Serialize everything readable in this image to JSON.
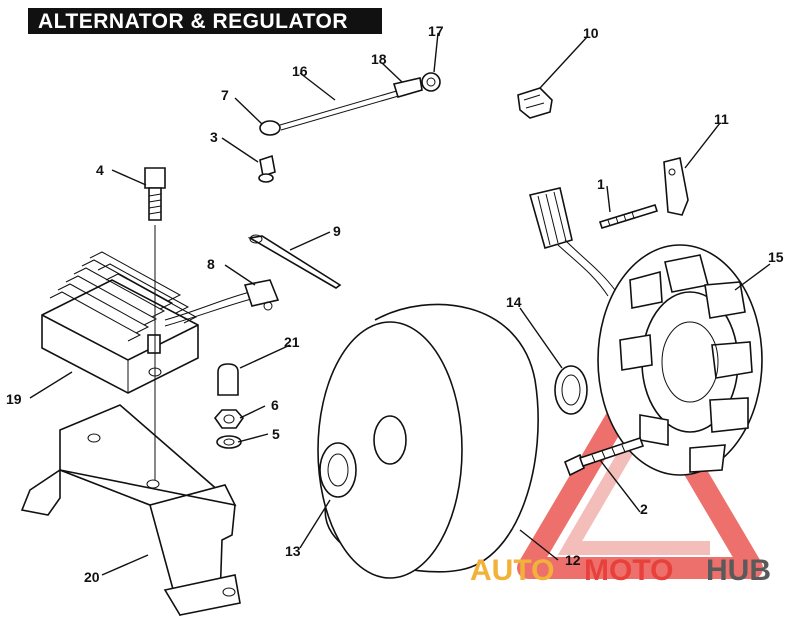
{
  "title": "ALTERNATOR & REGULATOR",
  "callouts": [
    {
      "id": "1",
      "label": "1"
    },
    {
      "id": "2",
      "label": "2"
    },
    {
      "id": "3",
      "label": "3"
    },
    {
      "id": "4",
      "label": "4"
    },
    {
      "id": "5",
      "label": "5"
    },
    {
      "id": "6",
      "label": "6"
    },
    {
      "id": "7",
      "label": "7"
    },
    {
      "id": "8",
      "label": "8"
    },
    {
      "id": "9",
      "label": "9"
    },
    {
      "id": "10",
      "label": "10"
    },
    {
      "id": "11",
      "label": "11"
    },
    {
      "id": "12",
      "label": "12"
    },
    {
      "id": "13",
      "label": "13"
    },
    {
      "id": "14",
      "label": "14"
    },
    {
      "id": "15",
      "label": "15"
    },
    {
      "id": "16",
      "label": "16"
    },
    {
      "id": "17",
      "label": "17"
    },
    {
      "id": "18",
      "label": "18"
    },
    {
      "id": "19",
      "label": "19"
    },
    {
      "id": "20",
      "label": "20"
    },
    {
      "id": "21",
      "label": "21"
    }
  ],
  "watermark": {
    "part1": "AUTO",
    "part2": "MOTO",
    "part3": "HUB",
    "color_auto": "#f2b23a",
    "color_moto": "#e8413c",
    "color_hub": "#5a5a5a"
  }
}
